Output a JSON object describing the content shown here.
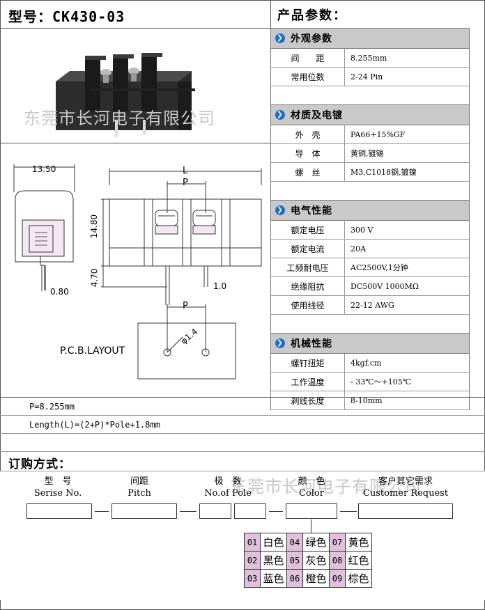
{
  "header": {
    "model_label": "型号：",
    "model": "CK430-03",
    "params_title": "产品参数："
  },
  "sections": [
    {
      "title": "外观参数",
      "rows": [
        {
          "k": "间　　距",
          "v": "8.255mm"
        },
        {
          "k": "常用位数",
          "v": "2-24 Pin"
        }
      ]
    },
    {
      "title": "材质及电镀",
      "rows": [
        {
          "k": "外　壳",
          "v": "PA66+15%GF"
        },
        {
          "k": "导　体",
          "v": "黄铜,镀锡"
        },
        {
          "k": "螺　丝",
          "v": "M3,C1018钢,镀镍"
        }
      ]
    },
    {
      "title": "电气性能",
      "rows": [
        {
          "k": "额定电压",
          "v": "300 V"
        },
        {
          "k": "额定电流",
          "v": "20A"
        },
        {
          "k": "工频耐电压",
          "v": "AC2500V,1分钟"
        },
        {
          "k": "绝缘阻抗",
          "v": "DC500V 1000MΩ"
        },
        {
          "k": "使用线径",
          "v": "22-12 AWG"
        }
      ]
    },
    {
      "title": "机械性能",
      "rows": [
        {
          "k": "螺钉扭矩",
          "v": "4kgf.cm"
        },
        {
          "k": "工作温度",
          "v": "- 33℃～+105℃"
        },
        {
          "k": "剥线长度",
          "v": "8-10mm"
        }
      ]
    }
  ],
  "watermark": "东莞市长河电子有限公司",
  "drawing": {
    "dim_width": "13.50",
    "dim_height": "14.80",
    "dim_pin": "4.70",
    "dim_pin_w": "0.80",
    "dim_pin_spacing": "1.0",
    "label_L": "L",
    "label_P": "P",
    "pcb_label": "P.C.B.LAYOUT",
    "pcb_hole": "φ1.4"
  },
  "formulas": {
    "pitch": "P=8.255mm",
    "length": "Length(L)=(2+P)*Pole+1.8mm"
  },
  "order": {
    "title": "订购方式：",
    "fields": [
      {
        "cn": "型　号",
        "en": "Serise No."
      },
      {
        "cn": "间距",
        "en": "Pitch"
      },
      {
        "cn": "极　数",
        "en": "No.of Pole"
      },
      {
        "cn": "颜　色",
        "en": "Color"
      },
      {
        "cn": "客户其它需求",
        "en": "Customer Request"
      }
    ]
  },
  "colors": [
    {
      "n": "01",
      "c": "白色"
    },
    {
      "n": "04",
      "c": "绿色"
    },
    {
      "n": "07",
      "c": "黄色"
    },
    {
      "n": "02",
      "c": "黑色"
    },
    {
      "n": "05",
      "c": "灰色"
    },
    {
      "n": "08",
      "c": "红色"
    },
    {
      "n": "03",
      "c": "蓝色"
    },
    {
      "n": "06",
      "c": "橙色"
    },
    {
      "n": "09",
      "c": "棕色"
    }
  ],
  "style": {
    "accent": "#1f6fc9",
    "section_bg": "#c9c9c9",
    "number_bg": "#e1c0dc"
  }
}
